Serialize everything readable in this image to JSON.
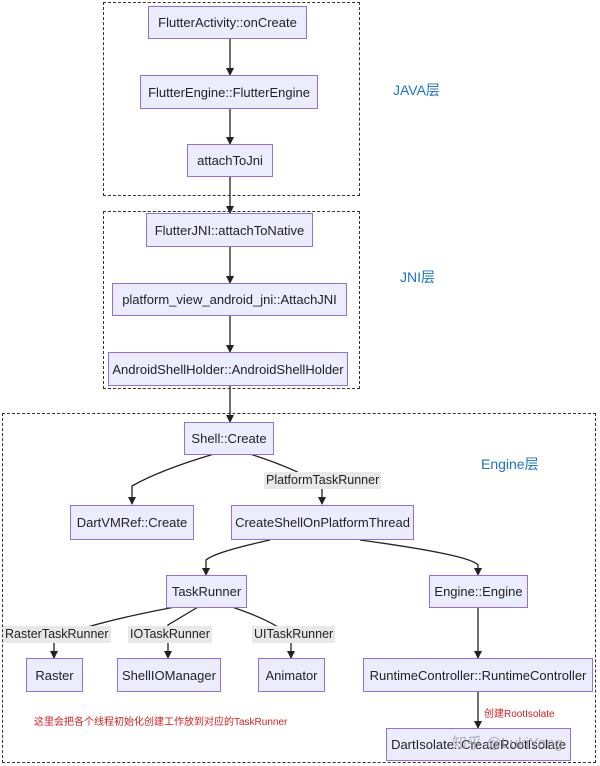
{
  "layers": {
    "java": "JAVA层",
    "jni": "JNI层",
    "engine": "Engine层"
  },
  "nodes": {
    "flutter_activity": "FlutterActivity::onCreate",
    "flutter_engine": "FlutterEngine::FlutterEngine",
    "attach_to_jni": "attachToJni",
    "attach_to_native": "FlutterJNI::attachToNative",
    "attach_jni": "platform_view_android_jni::AttachJNI",
    "android_shell_holder": "AndroidShellHolder::AndroidShellHolder",
    "shell_create": "Shell::Create",
    "dartvmref_create": "DartVMRef::Create",
    "create_shell_platform": "CreateShellOnPlatformThread",
    "task_runner": "TaskRunner",
    "engine_engine": "Engine::Engine",
    "raster": "Raster",
    "shell_io_manager": "ShellIOManager",
    "animator": "Animator",
    "runtime_controller": "RuntimeController::RuntimeController",
    "dart_isolate": "DartIsolate::CreateRootIsolate"
  },
  "edge_labels": {
    "platform_task_runner": "PlatformTaskRunner",
    "raster_task_runner": "RasterTaskRunner",
    "io_task_runner": "IOTaskRunner",
    "ui_task_runner": "UITaskRunner",
    "create_root_isolate": "创建RootIsolate"
  },
  "note": "这里会把各个线程初始化创建工作放到对应的TaskRunner",
  "watermark": "知乎 @LukiYang",
  "colors": {
    "node_fill": "#ececff",
    "node_border": "#9370db",
    "layer_label": "#1a74c9",
    "note": "#d62020"
  }
}
